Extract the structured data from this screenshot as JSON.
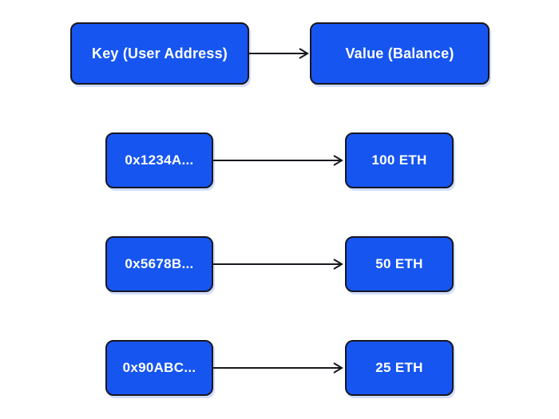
{
  "colors": {
    "background": "#ffffff",
    "box_fill": "#1655f0",
    "box_border": "#17171f",
    "box_text": "#ffffff",
    "arrow": "#17171f"
  },
  "header": {
    "key_label": "Key (User Address)",
    "value_label": "Value (Balance)"
  },
  "rows": [
    {
      "key": "0x1234A...",
      "value": "100 ETH"
    },
    {
      "key": "0x5678B...",
      "value": "50 ETH"
    },
    {
      "key": "0x90ABC...",
      "value": "25 ETH"
    }
  ]
}
